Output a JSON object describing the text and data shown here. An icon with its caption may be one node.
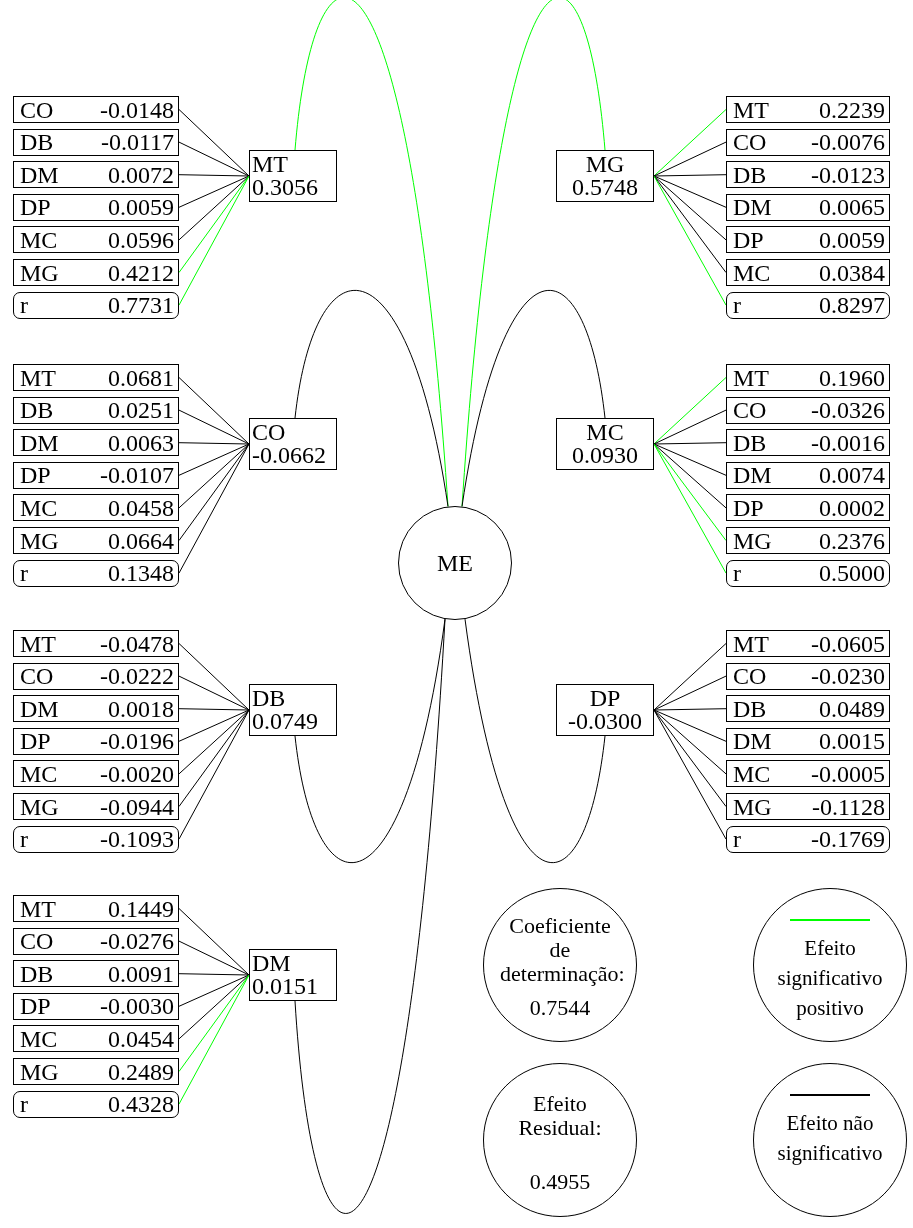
{
  "diagram": {
    "nodes": [
      {
        "text": [
          "MT",
          "0.3056"
        ]
      },
      {
        "text": [
          "CO",
          "-0.0148"
        ]
      },
      {
        "text": [
          "DB",
          "-0.0117"
        ]
      },
      {
        "text": [
          "DM",
          "0.0072"
        ]
      },
      {
        "text": [
          "DP",
          "0.0059"
        ]
      },
      {
        "text": [
          "MC",
          "0.0596"
        ]
      },
      {
        "text": [
          "MG",
          "0.4212"
        ]
      },
      {
        "text": [
          "r",
          "0.7731"
        ]
      },
      {
        "text": [
          "MG",
          "0.5748"
        ]
      },
      {
        "text": [
          "MT",
          "0.2239"
        ]
      },
      {
        "text": [
          "CO",
          "-0.0076"
        ]
      },
      {
        "text": [
          "DB",
          "-0.0123"
        ]
      },
      {
        "text": [
          "DM",
          "0.0065"
        ]
      },
      {
        "text": [
          "DP",
          "0.0059"
        ]
      },
      {
        "text": [
          "MC",
          "0.0384"
        ]
      },
      {
        "text": [
          "r",
          "0.8297"
        ]
      },
      {
        "text": [
          "CO",
          "-0.0662"
        ]
      },
      {
        "text": [
          "MT",
          "0.0681"
        ]
      },
      {
        "text": [
          "DB",
          "0.0251"
        ]
      },
      {
        "text": [
          "DM",
          "0.0063"
        ]
      },
      {
        "text": [
          "DP",
          "-0.0107"
        ]
      },
      {
        "text": [
          "MC",
          "0.0458"
        ]
      },
      {
        "text": [
          "MG",
          "0.0664"
        ]
      },
      {
        "text": [
          "r",
          "0.1348"
        ]
      },
      {
        "text": [
          "MC",
          "0.0930"
        ]
      },
      {
        "text": [
          "MT",
          "0.1960"
        ]
      },
      {
        "text": [
          "CO",
          "-0.0326"
        ]
      },
      {
        "text": [
          "DB",
          "-0.0016"
        ]
      },
      {
        "text": [
          "DM",
          "0.0074"
        ]
      },
      {
        "text": [
          "DP",
          "0.0002"
        ]
      },
      {
        "text": [
          "MG",
          "0.2376"
        ]
      },
      {
        "text": [
          "r",
          "0.5000"
        ]
      },
      {
        "text": [
          "DB",
          "0.0749"
        ]
      },
      {
        "text": [
          "MT",
          "-0.0478"
        ]
      },
      {
        "text": [
          "CO",
          "-0.0222"
        ]
      },
      {
        "text": [
          "DM",
          "0.0018"
        ]
      },
      {
        "text": [
          "DP",
          "-0.0196"
        ]
      },
      {
        "text": [
          "MC",
          "-0.0020"
        ]
      },
      {
        "text": [
          "MG",
          "-0.0944"
        ]
      },
      {
        "text": [
          "r",
          "-0.1093"
        ]
      },
      {
        "text": [
          "DP",
          "-0.0300"
        ]
      },
      {
        "text": [
          "MT",
          "-0.0605"
        ]
      },
      {
        "text": [
          "CO",
          "-0.0230"
        ]
      },
      {
        "text": [
          "DB",
          "0.0489"
        ]
      },
      {
        "text": [
          "DM",
          "0.0015"
        ]
      },
      {
        "text": [
          "MC",
          "-0.0005"
        ]
      },
      {
        "text": [
          "MG",
          "-0.1128"
        ]
      },
      {
        "text": [
          "r",
          "-0.1769"
        ]
      },
      {
        "text": [
          "DM",
          "0.0151"
        ]
      },
      {
        "text": [
          "MT",
          "0.1449"
        ]
      },
      {
        "text": [
          "CO",
          "-0.0276"
        ]
      },
      {
        "text": [
          "DB",
          "0.0091"
        ]
      },
      {
        "text": [
          "DP",
          "-0.0030"
        ]
      },
      {
        "text": [
          "MC",
          "0.0454"
        ]
      },
      {
        "text": [
          "MG",
          "0.2489"
        ]
      },
      {
        "text": [
          "r",
          "0.4328"
        ]
      },
      {
        "text": [
          "ME"
        ]
      },
      {
        "text": [
          "Coeficiente de determinação:",
          "0.7544"
        ]
      },
      {
        "text": [
          "Efeito Residual:",
          "0.4955"
        ]
      }
    ],
    "edges": [
      {
        "from": 1,
        "to": 0,
        "arrow": "none"
      },
      {
        "from": 2,
        "to": 0,
        "arrow": "none"
      },
      {
        "from": 3,
        "to": 0,
        "arrow": "none"
      },
      {
        "from": 4,
        "to": 0,
        "arrow": "none"
      },
      {
        "from": 5,
        "to": 0,
        "arrow": "none"
      },
      {
        "from": 6,
        "to": 0,
        "arrow": "none",
        "color": "#00ff00"
      },
      {
        "from": 7,
        "to": 0,
        "arrow": "none",
        "color": "#00ff00"
      },
      {
        "from": 9,
        "to": 8,
        "arrow": "none",
        "color": "#00ff00"
      },
      {
        "from": 10,
        "to": 8,
        "arrow": "none"
      },
      {
        "from": 11,
        "to": 8,
        "arrow": "none"
      },
      {
        "from": 12,
        "to": 8,
        "arrow": "none"
      },
      {
        "from": 13,
        "to": 8,
        "arrow": "none"
      },
      {
        "from": 14,
        "to": 8,
        "arrow": "none"
      },
      {
        "from": 15,
        "to": 8,
        "arrow": "none",
        "color": "#00ff00"
      },
      {
        "from": 17,
        "to": 16,
        "arrow": "none"
      },
      {
        "from": 18,
        "to": 16,
        "arrow": "none"
      },
      {
        "from": 19,
        "to": 16,
        "arrow": "none"
      },
      {
        "from": 20,
        "to": 16,
        "arrow": "none"
      },
      {
        "from": 21,
        "to": 16,
        "arrow": "none"
      },
      {
        "from": 22,
        "to": 16,
        "arrow": "none"
      },
      {
        "from": 23,
        "to": 16,
        "arrow": "none"
      },
      {
        "from": 25,
        "to": 24,
        "arrow": "none",
        "color": "#00ff00"
      },
      {
        "from": 26,
        "to": 24,
        "arrow": "none"
      },
      {
        "from": 27,
        "to": 24,
        "arrow": "none"
      },
      {
        "from": 28,
        "to": 24,
        "arrow": "none"
      },
      {
        "from": 29,
        "to": 24,
        "arrow": "none"
      },
      {
        "from": 30,
        "to": 24,
        "arrow": "none",
        "color": "#00ff00"
      },
      {
        "from": 31,
        "to": 24,
        "arrow": "none",
        "color": "#00ff00"
      },
      {
        "from": 33,
        "to": 32,
        "arrow": "none"
      },
      {
        "from": 34,
        "to": 32,
        "arrow": "none"
      },
      {
        "from": 35,
        "to": 32,
        "arrow": "none"
      },
      {
        "from": 36,
        "to": 32,
        "arrow": "none"
      },
      {
        "from": 37,
        "to": 32,
        "arrow": "none"
      },
      {
        "from": 38,
        "to": 32,
        "arrow": "none"
      },
      {
        "from": 39,
        "to": 32,
        "arrow": "none"
      },
      {
        "from": 41,
        "to": 40,
        "arrow": "none"
      },
      {
        "from": 42,
        "to": 40,
        "arrow": "none"
      },
      {
        "from": 43,
        "to": 40,
        "arrow": "none"
      },
      {
        "from": 44,
        "to": 40,
        "arrow": "none"
      },
      {
        "from": 45,
        "to": 40,
        "arrow": "none"
      },
      {
        "from": 46,
        "to": 40,
        "arrow": "none"
      },
      {
        "from": 47,
        "to": 40,
        "arrow": "none"
      },
      {
        "from": 49,
        "to": 48,
        "arrow": "none"
      },
      {
        "from": 50,
        "to": 48,
        "arrow": "none"
      },
      {
        "from": 51,
        "to": 48,
        "arrow": "none"
      },
      {
        "from": 52,
        "to": 48,
        "arrow": "none"
      },
      {
        "from": 53,
        "to": 48,
        "arrow": "none"
      },
      {
        "from": 54,
        "to": 48,
        "arrow": "none",
        "color": "#00ff00"
      },
      {
        "from": 55,
        "to": 48,
        "arrow": "none",
        "color": "#00ff00"
      },
      {
        "from": 0,
        "to": 56,
        "arrow": "none",
        "color": "#00ff00"
      },
      {
        "from": 8,
        "to": 56,
        "arrow": "none",
        "color": "#00ff00"
      },
      {
        "from": 16,
        "to": 56,
        "arrow": "none"
      },
      {
        "from": 24,
        "to": 56,
        "arrow": "none"
      },
      {
        "from": 32,
        "to": 56,
        "arrow": "none"
      },
      {
        "from": 40,
        "to": 56,
        "arrow": "none"
      },
      {
        "from": 48,
        "to": 56,
        "arrow": "none"
      }
    ],
    "legend": [
      {
        "text": "Efeito significativo positivo",
        "color": "#00ff00"
      },
      {
        "text": "Efeito não significativo",
        "color": "#000000"
      }
    ]
  }
}
